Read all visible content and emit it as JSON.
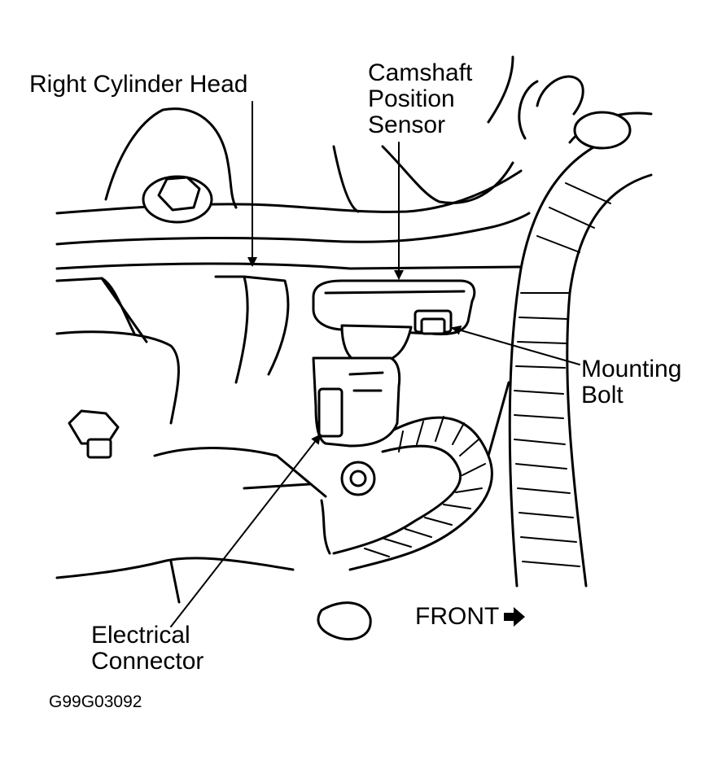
{
  "labels": {
    "cylinder_head": "Right Cylinder Head",
    "camshaft_sensor": [
      "Camshaft",
      "Position",
      "Sensor"
    ],
    "mounting_bolt": [
      "Mounting",
      "Bolt"
    ],
    "electrical_connector": [
      "Electrical",
      "Connector"
    ],
    "front": "FRONT",
    "figure_code": "G99G03092"
  },
  "icons": {
    "front_arrow": "arrow-right-icon"
  },
  "colors": {
    "line": "#000000",
    "background": "#ffffff"
  }
}
